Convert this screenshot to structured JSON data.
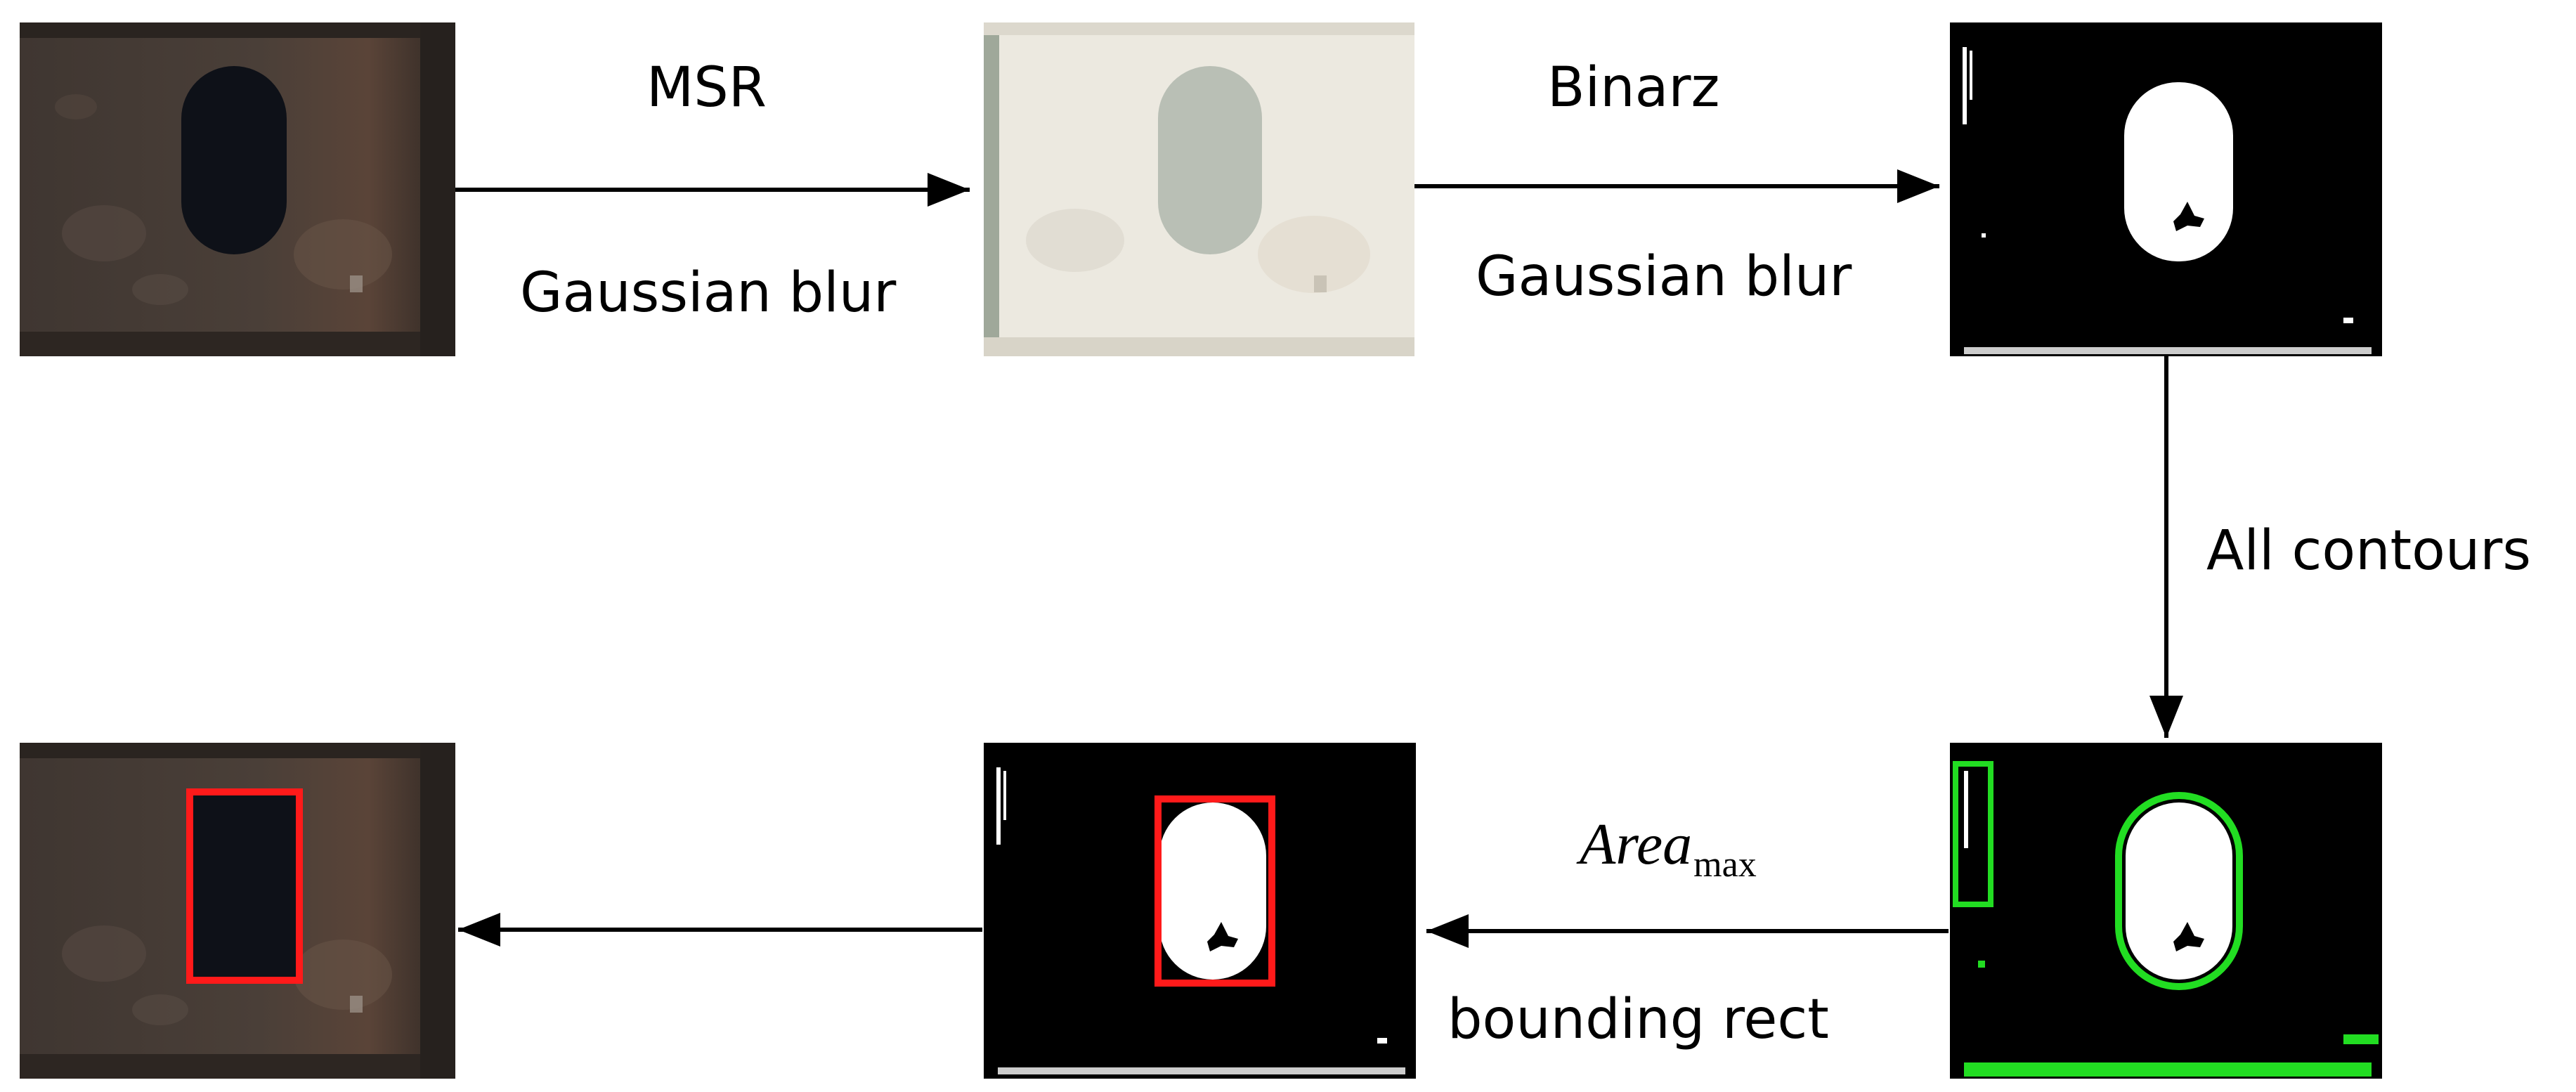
{
  "steps": {
    "msr": "MSR",
    "gaussian_blur_1": "Gaussian blur",
    "binarz": "Binarz",
    "gaussian_blur_2": "Gaussian blur",
    "all_contours": "All contours",
    "area_var": "Area",
    "area_sub": "max",
    "bounding_rect": "bounding rect"
  },
  "colors": {
    "rect_outline": "#ff1a1a",
    "contour_outline": "#22dd22",
    "arrow": "#000000"
  }
}
